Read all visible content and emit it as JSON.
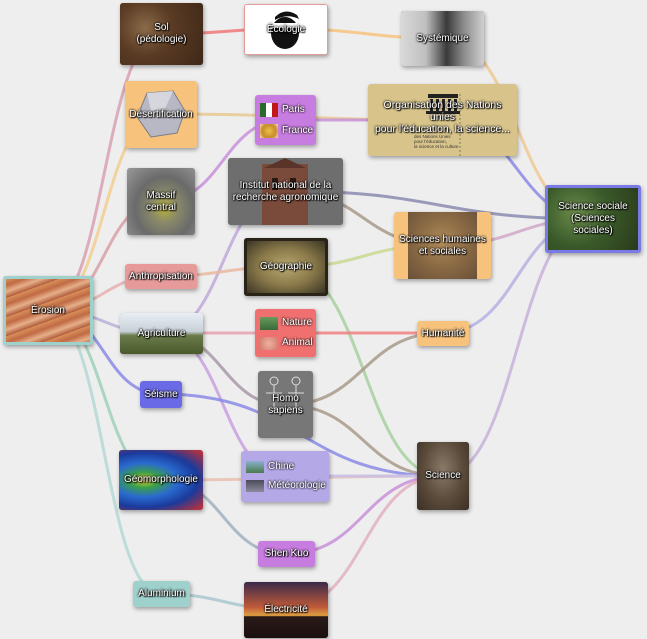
{
  "nodes": {
    "sol": "Sol\n(pédologie)",
    "ecologie": "Écologie",
    "systemique": "Systémique",
    "desertification": "Désertification",
    "paris": "Paris",
    "france": "France",
    "unesco": "Organisation des Nations unies\npour l'éducation, la science...",
    "unesco_caption": "des Nations Unies\npour l'éducation,\nla science et la culture",
    "massif_central": "Massif\ncentral",
    "inra": "Institut national de la\nrecherche agronomique",
    "science_sociale": "Science sociale\n(Sciences sociales)",
    "sciences_humaines": "Sciences humaines\net sociales",
    "anthropisation": "Anthropisation",
    "geographie": "Géographie",
    "erosion": "Érosion",
    "agriculture": "Agriculture",
    "nature": "Nature",
    "animal": "Animal",
    "humanite": "Humanité",
    "seisme": "Séisme",
    "homo_sapiens": "Homo\nsapiens",
    "geomorphologie": "Géomorphologie",
    "chine": "Chine",
    "meteorologie": "Météorologie",
    "science": "Science",
    "shen_kuo": "Shen Kuo",
    "aluminium": "Aluminium",
    "electricite": "Électricité"
  },
  "colors": {
    "background": "#eeeeee",
    "purple": "#c77ce0",
    "blue_accent": "#7a7ae6",
    "orange": "#f7c27c",
    "pink": "#e79a9a",
    "red": "#f07070",
    "tan": "#d8c48a",
    "teal_border": "#9ed0cc",
    "gray": "#777777"
  }
}
